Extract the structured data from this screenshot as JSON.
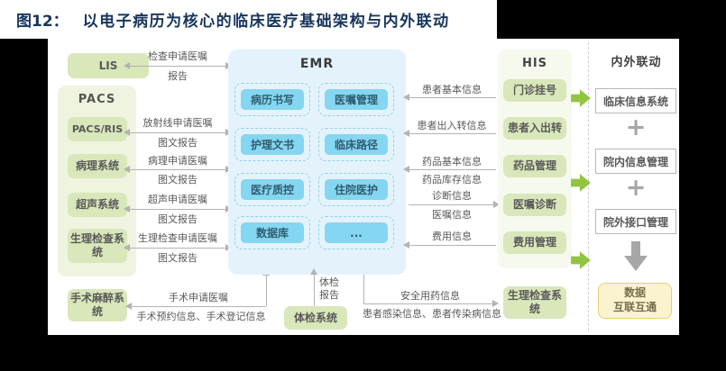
{
  "title": {
    "prefix": "图12：",
    "text": "以电子病历为核心的临床医疗基础架构与内外联动"
  },
  "left": {
    "lis": "LIS",
    "pacs_title": "PACS",
    "pacs_items": [
      "PACS/RIS",
      "病理系统",
      "超声系统",
      "生理检查系统"
    ],
    "surgery": "手术麻醉系统"
  },
  "left_flows": [
    {
      "top": "检查申请医嘱",
      "bottom": "报告"
    },
    {
      "top": "放射线申请医嘱",
      "bottom": "图文报告"
    },
    {
      "top": "病理申请医嘱",
      "bottom": "图文报告"
    },
    {
      "top": "超声申请医嘱",
      "bottom": "图文报告"
    },
    {
      "top": "生理检查申请医嘱",
      "bottom": "图文报告"
    },
    {
      "top": "手术申请医嘱",
      "bottom": "手术预约信息、手术登记信息"
    }
  ],
  "emr": {
    "title": "EMR",
    "modules": [
      "病历书写",
      "医嘱管理",
      "护理文书",
      "临床路径",
      "医疗质控",
      "住院医护",
      "数据库",
      "..."
    ]
  },
  "right_flows": [
    {
      "label": "患者基本信息",
      "direction": "to-emr"
    },
    {
      "label": "患者出入转信息",
      "direction": "to-emr"
    },
    {
      "label": "药品基本信息",
      "label2": "药品库存信息",
      "direction": "to-emr"
    },
    {
      "label": "诊断信息",
      "label2": "医嘱信息",
      "direction": "to-his"
    },
    {
      "label": "费用信息",
      "direction": "to-emr"
    }
  ],
  "his": {
    "title": "HIS",
    "items": [
      "门诊挂号",
      "患者入出转",
      "药品管理",
      "医嘱诊断",
      "费用管理"
    ]
  },
  "bottom": {
    "checkup_arrow_label_line1": "体检",
    "checkup_arrow_label_line2": "报告",
    "checkup_box": "体检系统",
    "safe_drug_label": "安全用药信息",
    "infection_label": "患者感染信息、患者传染病信息",
    "physio_box": "生理检查系统"
  },
  "linkage": {
    "title": "内外联动",
    "boxes": [
      "临床信息系统",
      "院内信息管理",
      "院外接口管理"
    ],
    "plus": "+",
    "result": {
      "line1": "数据",
      "line2": "互联互通"
    }
  },
  "colors": {
    "title_navy": "#17365d",
    "green_fill": "#d9e7ba",
    "green_light": "#eef4e0",
    "green_pale": "#f6f9ee",
    "emr_fill": "#e4f3fb",
    "module_fill": "#85d6f0",
    "module_border": "#8fd2ec",
    "module_text": "#2f5d70",
    "yellow_fill": "#fbf3cf",
    "yellow_border": "#e6d06e",
    "chevron_green": "#90c540",
    "arrow_gray": "#b3b3b3",
    "label_gray": "#595959"
  }
}
